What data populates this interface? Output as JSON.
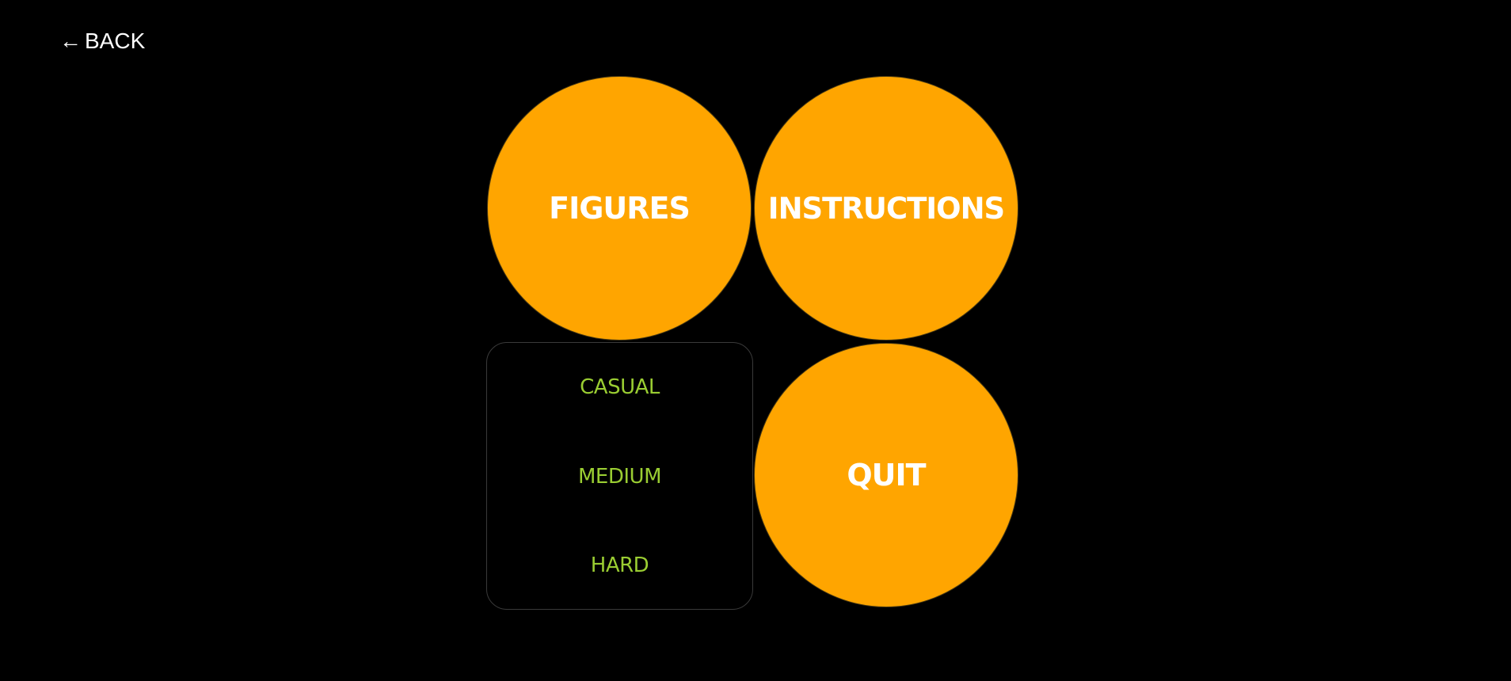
{
  "nav": {
    "back_arrow": "←",
    "back_label": "BACK"
  },
  "menu": {
    "figures_label": "FIGURES",
    "instructions_label": "INSTRUCTIONS",
    "quit_label": "QUIT"
  },
  "difficulty": {
    "options": [
      "CASUAL",
      "MEDIUM",
      "HARD"
    ]
  },
  "colors": {
    "background": "#000000",
    "button_fill": "#ffa500",
    "button_text": "#ffffff",
    "difficulty_text": "#9acd32",
    "panel_border": "#3a3a3a"
  }
}
